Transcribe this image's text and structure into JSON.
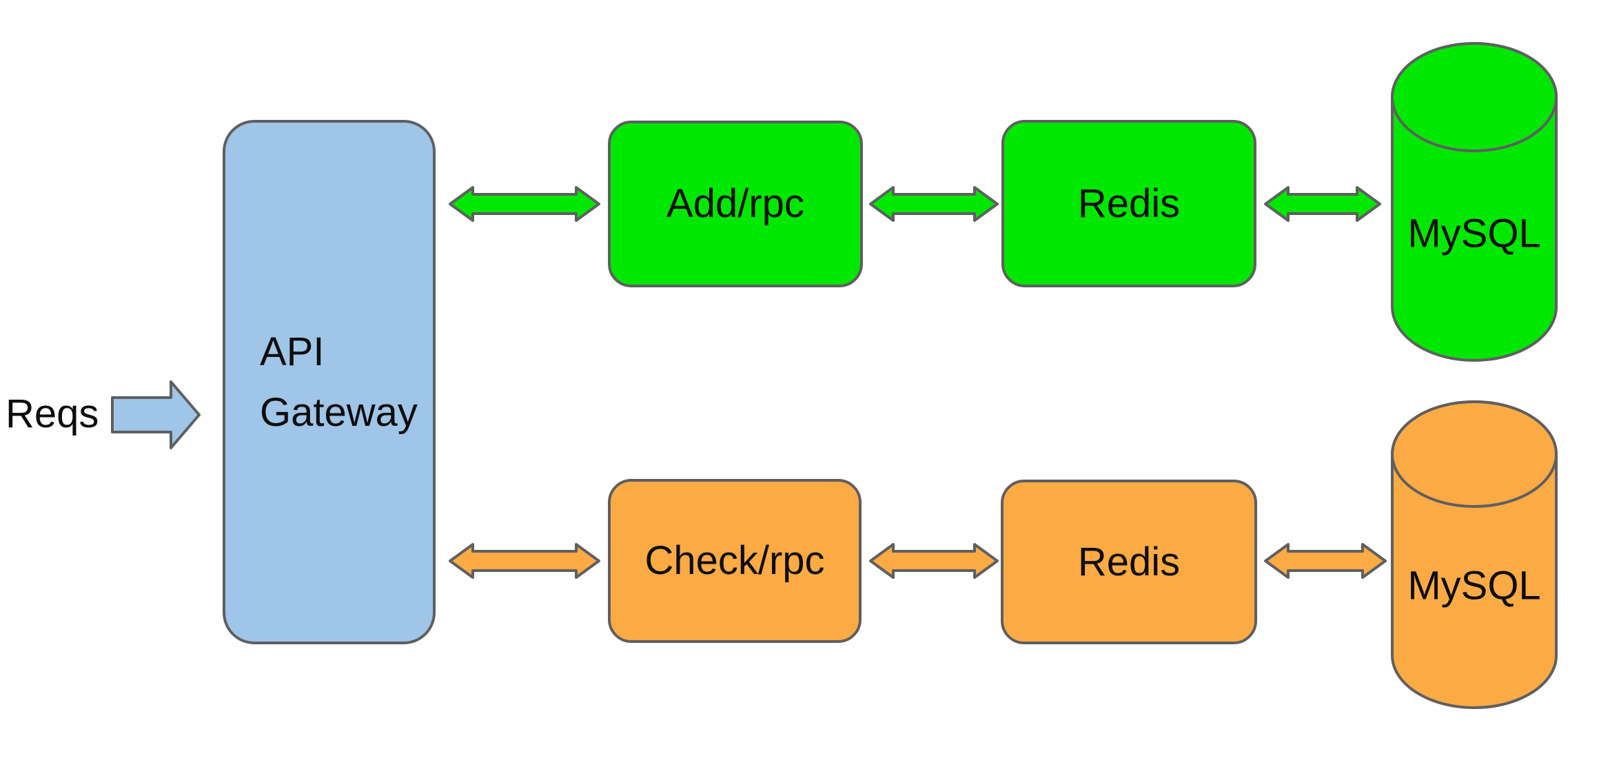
{
  "diagram": {
    "colors": {
      "blue": "#9fc5e8",
      "green": "#00e800",
      "orange": "#fcaa44",
      "stroke": "#5e5f61",
      "text": "#0d0d0d",
      "background": "#ffffff"
    },
    "source": {
      "label": "Reqs"
    },
    "gateway": {
      "line1": "API",
      "line2": "Gateway"
    },
    "pipelines": [
      {
        "id": "add",
        "color_key": "green",
        "service": "Add/rpc",
        "cache": "Redis",
        "database": "MySQL"
      },
      {
        "id": "check",
        "color_key": "orange",
        "service": "Check/rpc",
        "cache": "Redis",
        "database": "MySQL"
      }
    ]
  }
}
